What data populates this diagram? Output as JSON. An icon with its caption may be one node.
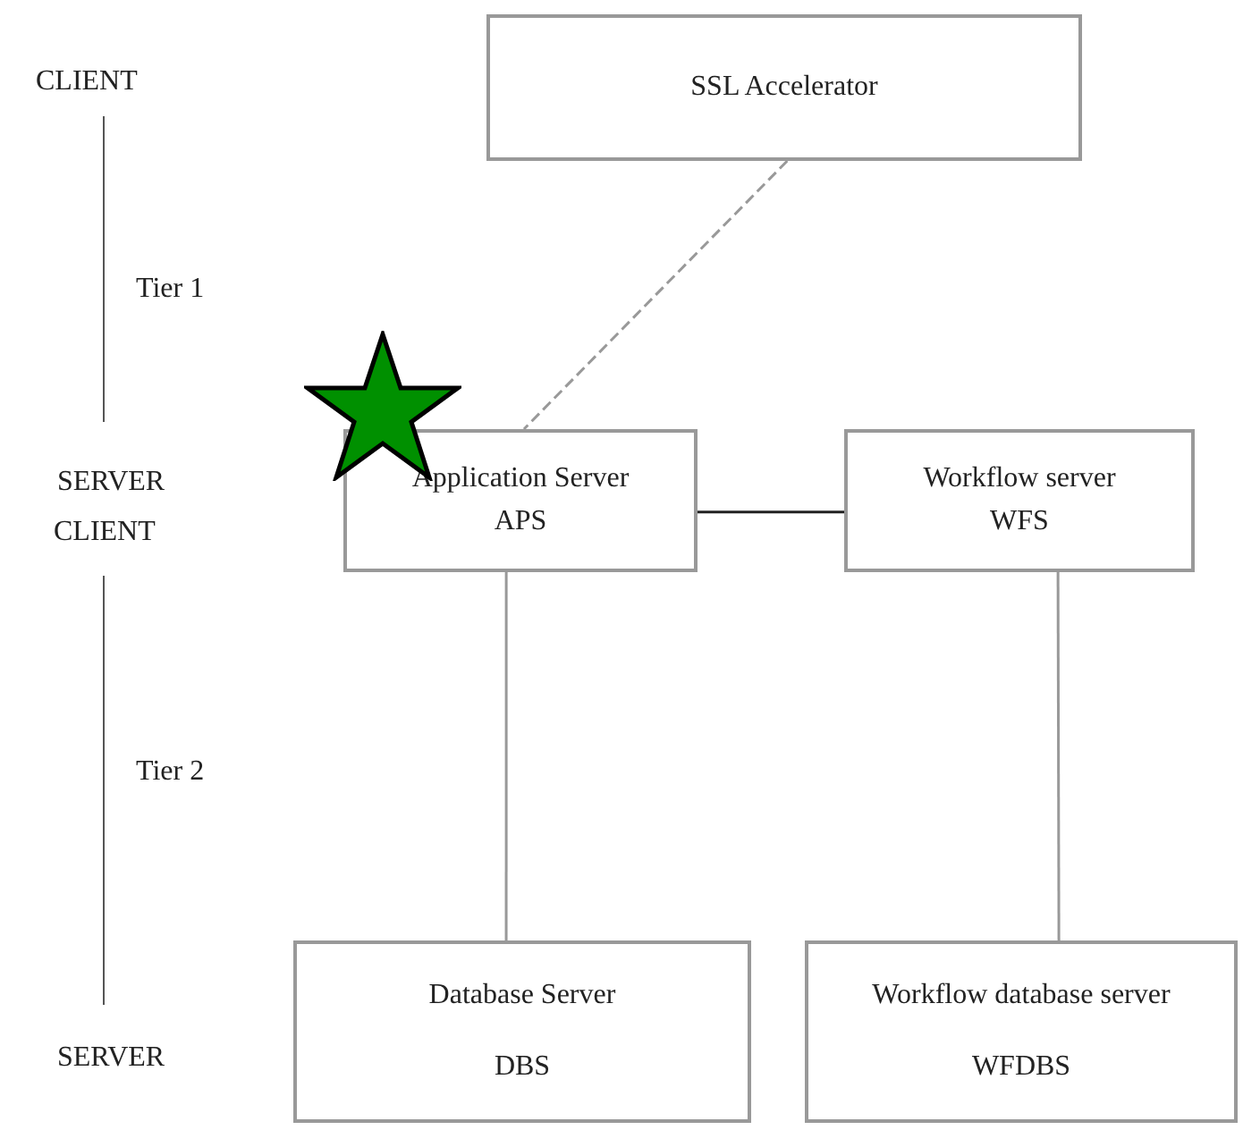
{
  "diagram": {
    "nodes": [
      {
        "text": [
          "SSL Accelerator"
        ]
      },
      {
        "text": [
          "Application Server",
          "APS"
        ]
      },
      {
        "text": [
          "Workflow server",
          "WFS"
        ]
      },
      {
        "text": [
          "Database Server",
          "DBS"
        ]
      },
      {
        "text": [
          "Workflow database server",
          "WFDBS"
        ]
      }
    ],
    "edges": [
      {
        "from": 0,
        "to": 1,
        "arrow": "none",
        "style": "dashed"
      },
      {
        "from": 1,
        "to": 2,
        "arrow": "none",
        "color": "#222222"
      },
      {
        "from": 1,
        "to": 3,
        "arrow": "none"
      },
      {
        "from": 2,
        "to": 4,
        "arrow": "none"
      }
    ],
    "labels": [
      "CLIENT",
      "Tier 1",
      "SERVER",
      "CLIENT",
      "Tier 2",
      "SERVER"
    ]
  }
}
